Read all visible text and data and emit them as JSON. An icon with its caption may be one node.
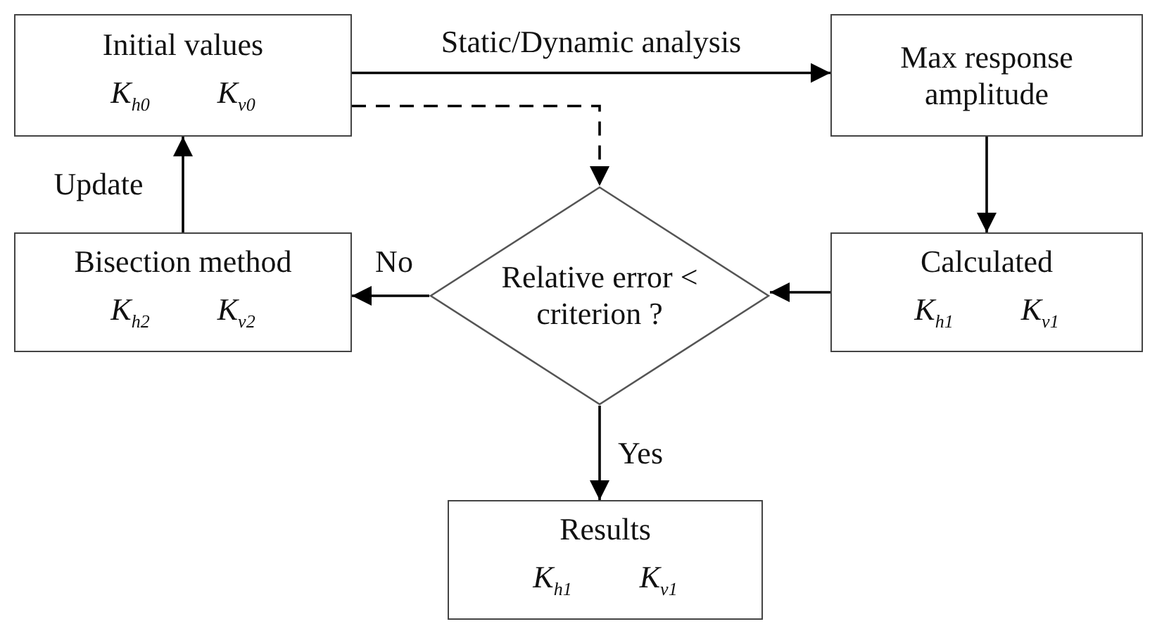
{
  "diagram": {
    "nodes": [
      {
        "text": [
          "Initial values",
          "K$_{h0}$",
          "K$_{v0}$"
        ]
      },
      {
        "text": [
          "Max response amplitude"
        ]
      },
      {
        "text": [
          "Relative error < criterion ?"
        ]
      },
      {
        "text": [
          "Bisection method",
          "K$_{h2}$",
          "K$_{v2}$"
        ]
      },
      {
        "text": [
          "Calculated",
          "K$_{h1}$",
          "K$_{v1}$"
        ]
      },
      {
        "text": [
          "Results",
          "K$_{h1}$",
          "K$_{v1}$"
        ]
      }
    ],
    "edges": [
      {
        "from": 0,
        "to": 1,
        "arrow": "to",
        "label": "Static/Dynamic analysis"
      },
      {
        "from": 0,
        "to": 2,
        "arrow": "to",
        "style": "dashed"
      },
      {
        "from": 1,
        "to": 4,
        "arrow": "to"
      },
      {
        "from": 4,
        "to": 2,
        "arrow": "to"
      },
      {
        "from": 2,
        "to": 3,
        "arrow": "to",
        "label": "No"
      },
      {
        "from": 3,
        "to": 0,
        "arrow": "to",
        "label": "Update"
      },
      {
        "from": 2,
        "to": 5,
        "arrow": "to",
        "label": "Yes"
      }
    ]
  }
}
